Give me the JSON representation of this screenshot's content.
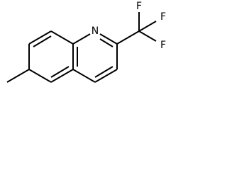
{
  "molecule": {
    "atoms": {
      "nitrogen": "N",
      "fluorine_1": "F",
      "fluorine_2": "F",
      "fluorine_3": "F"
    }
  },
  "colors": {
    "bond": "#000000",
    "background": "#ffffff"
  }
}
